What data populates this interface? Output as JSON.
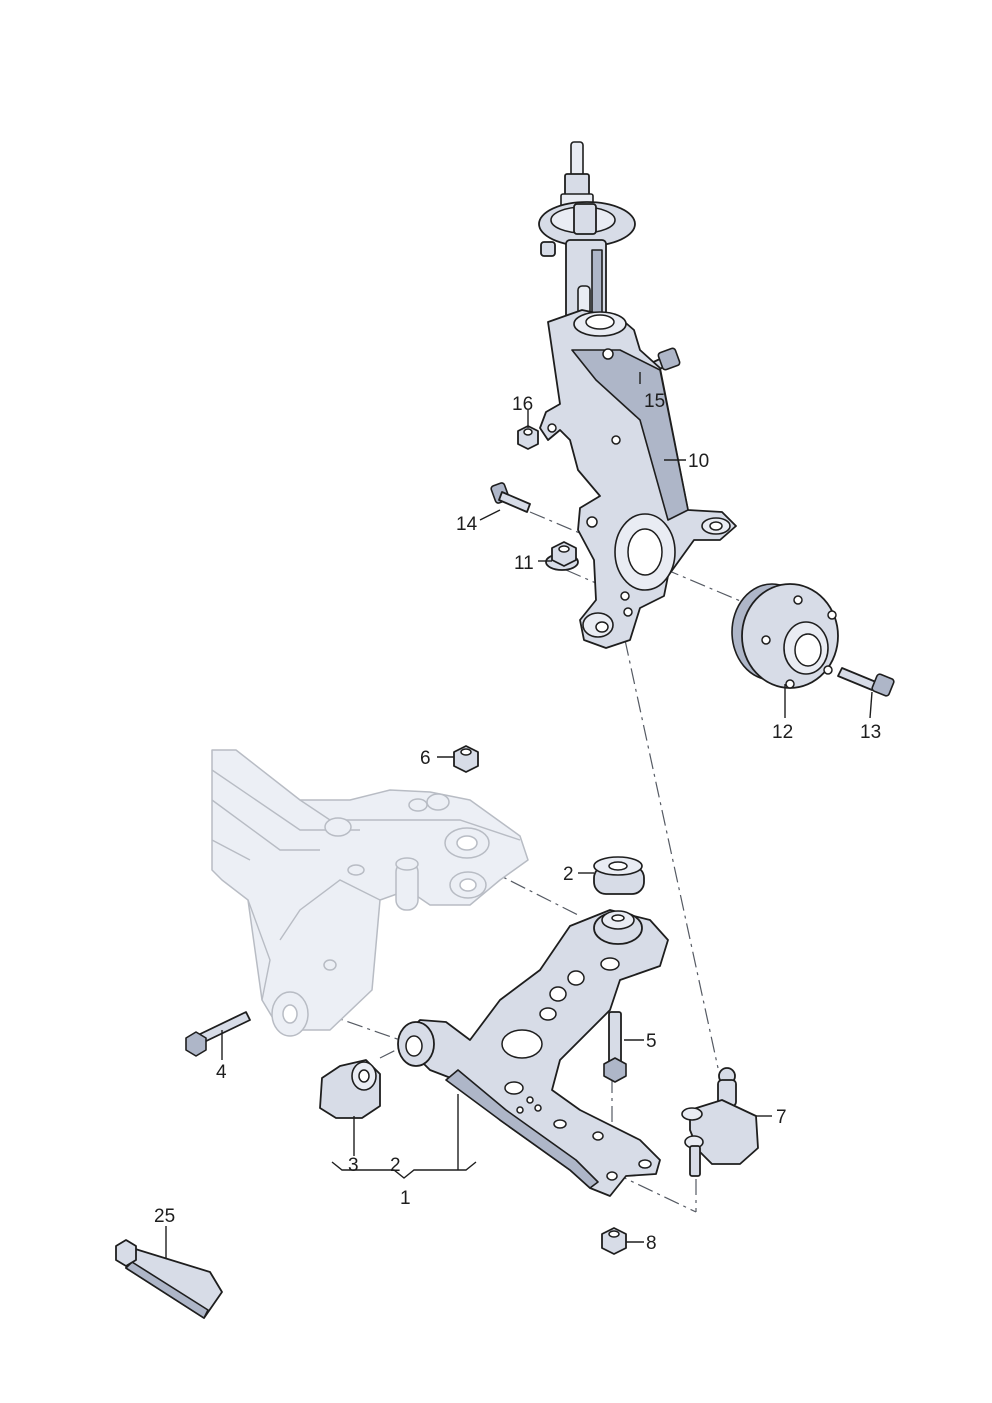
{
  "callouts": {
    "c1": "1",
    "c2_bottom": "2",
    "c2_top": "2",
    "c3": "3",
    "c4": "4",
    "c5": "5",
    "c6": "6",
    "c7": "7",
    "c8": "8",
    "c10": "10",
    "c11": "11",
    "c12": "12",
    "c13": "13",
    "c14": "14",
    "c15": "15",
    "c16": "16",
    "c25": "25"
  },
  "colors": {
    "part_fill": "#d7dce7",
    "part_shadow": "#aeb6c8",
    "subframe_fill": "#eceff5",
    "outline": "#1e1e1e"
  }
}
